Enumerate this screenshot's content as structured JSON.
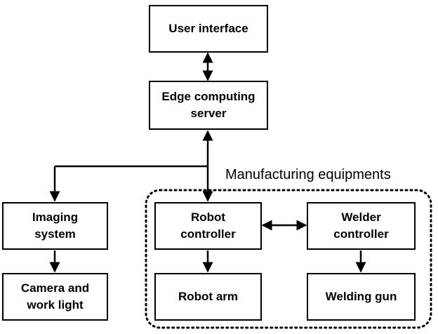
{
  "diagram": {
    "nodes": {
      "user_interface": [
        "User interface"
      ],
      "edge_server": [
        "Edge computing",
        "server"
      ],
      "imaging_system": [
        "Imaging",
        "system"
      ],
      "camera_light": [
        "Camera and",
        "work light"
      ],
      "robot_controller": [
        "Robot",
        "controller"
      ],
      "welder_controller": [
        "Welder",
        "controller"
      ],
      "robot_arm": [
        "Robot arm"
      ],
      "welding_gun": [
        "Welding gun"
      ]
    },
    "group": {
      "label": "Manufacturing equipments"
    },
    "edges": [
      {
        "from": "user_interface",
        "to": "edge_server",
        "direction": "both"
      },
      {
        "from": "edge_server",
        "to": "imaging_system",
        "direction": "both"
      },
      {
        "from": "edge_server",
        "to": "robot_controller",
        "direction": "both"
      },
      {
        "from": "imaging_system",
        "to": "camera_light",
        "direction": "forward"
      },
      {
        "from": "robot_controller",
        "to": "welder_controller",
        "direction": "both"
      },
      {
        "from": "robot_controller",
        "to": "robot_arm",
        "direction": "forward"
      },
      {
        "from": "welder_controller",
        "to": "welding_gun",
        "direction": "forward"
      }
    ]
  }
}
